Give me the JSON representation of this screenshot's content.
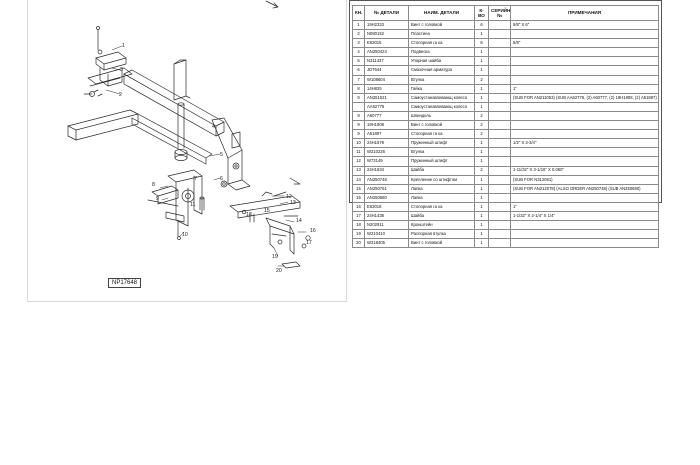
{
  "figure": {
    "code": "NP17648"
  },
  "callouts": [
    "1",
    "2",
    "3",
    "4",
    "5",
    "6",
    "7",
    "8",
    "9",
    "10",
    "11",
    "12",
    "13",
    "14",
    "15",
    "16",
    "17",
    "18",
    "19",
    "20"
  ],
  "table": {
    "headers": {
      "no": "КН.",
      "part_number": "№ ДЕТАЛИ",
      "name": "НАИМ. ДЕТАЛИ",
      "qty": "К-ВО",
      "serial": "СЕРИЙНЫЙ №",
      "notes": "ПРИМЕЧАНИЯ"
    },
    "rows": [
      {
        "no": "1",
        "pn": "19H2323",
        "name": "Винт с головкой",
        "qty": "6",
        "serial": "",
        "note": "5/8\" X 6\""
      },
      {
        "no": "2",
        "pn": "N080152",
        "name": "Пластина",
        "qty": "1",
        "serial": "",
        "note": ""
      },
      {
        "no": "3",
        "pn": "E63015",
        "name": "Стопорная га ка",
        "qty": "6",
        "serial": "",
        "note": "5/8\""
      },
      {
        "no": "4",
        "pn": "AN250424",
        "name": "Подвеска",
        "qty": "1",
        "serial": "",
        "note": ""
      },
      {
        "no": "5",
        "pn": "N311437",
        "name": "Упорная шайба",
        "qty": "1",
        "serial": "",
        "note": ""
      },
      {
        "no": "6",
        "pn": "JD7644",
        "name": "Смазочная арматура",
        "qty": "1",
        "serial": "",
        "note": ""
      },
      {
        "no": "7",
        "pn": "W108604",
        "name": "Втулка",
        "qty": "2",
        "serial": "",
        "note": ""
      },
      {
        "no": "8",
        "pn": "14H825",
        "name": "Гайка",
        "qty": "1",
        "serial": "",
        "note": "1\""
      },
      {
        "no": "9",
        "pn": "AN251521",
        "name": "Самоустанавливающ колесо",
        "qty": "1",
        "serial": "",
        "note": "(SUB FOR AN211053) (SUB AA62776, (2) A60777, (2) 19H1908, (2) A51897)"
      },
      {
        "no": "",
        "pn": "AA62776",
        "name": "Самоустанавливающ колесо",
        "qty": "1",
        "serial": "",
        "note": ""
      },
      {
        "no": "9",
        "pn": "A60777",
        "name": "Шпиндель",
        "qty": "2",
        "serial": "",
        "note": ""
      },
      {
        "no": "9",
        "pn": "19H1908",
        "name": "Винт с головкой",
        "qty": "2",
        "serial": "",
        "note": ""
      },
      {
        "no": "9",
        "pn": "A51897",
        "name": "Стопорная га ка",
        "qty": "2",
        "serial": "",
        "note": ""
      },
      {
        "no": "10",
        "pn": "24H1678",
        "name": "Пружинный штифт",
        "qty": "1",
        "serial": "",
        "note": "1/2\" X 3-3/4\""
      },
      {
        "no": "11",
        "pn": "W210226",
        "name": "Втулка",
        "qty": "1",
        "serial": "",
        "note": ""
      },
      {
        "no": "12",
        "pn": "W73149",
        "name": "Пружинный штифт",
        "qty": "1",
        "serial": "",
        "note": ""
      },
      {
        "no": "13",
        "pn": "24H1634",
        "name": "Шайба",
        "qty": "2",
        "serial": "",
        "note": "1-11/32\" X 3-1/16\" X 0.060\""
      },
      {
        "no": "14",
        "pn": "AN250748",
        "name": "Крепление со штифтом",
        "qty": "1",
        "serial": "",
        "note": "(SUB FOR N312081)"
      },
      {
        "no": "15",
        "pn": "AN250751",
        "name": "Лапка",
        "qty": "1",
        "serial": "",
        "note": "(SUB FOR AN212078) (ALSO ORDER AN250748) (SUB AN250680)"
      },
      {
        "no": "15",
        "pn": "AN250680",
        "name": "Лапка",
        "qty": "1",
        "serial": "",
        "note": ""
      },
      {
        "no": "16",
        "pn": "E63018",
        "name": "Стопорная га ка",
        "qty": "1",
        "serial": "",
        "note": "1\""
      },
      {
        "no": "17",
        "pn": "24H1438",
        "name": "Шайба",
        "qty": "1",
        "serial": "",
        "note": "1-1/32\" X 2-1/4\" X 1/4\""
      },
      {
        "no": "18",
        "pn": "N202911",
        "name": "Кронштейн",
        "qty": "1",
        "serial": "",
        "note": ""
      },
      {
        "no": "19",
        "pn": "W210410",
        "name": "Распорная втулка",
        "qty": "1",
        "serial": "",
        "note": ""
      },
      {
        "no": "20",
        "pn": "W218405",
        "name": "Винт с головкой",
        "qty": "1",
        "serial": "",
        "note": ""
      }
    ]
  },
  "colors": {
    "line": "#2a2a2a",
    "grid": "#8a8a8a"
  }
}
